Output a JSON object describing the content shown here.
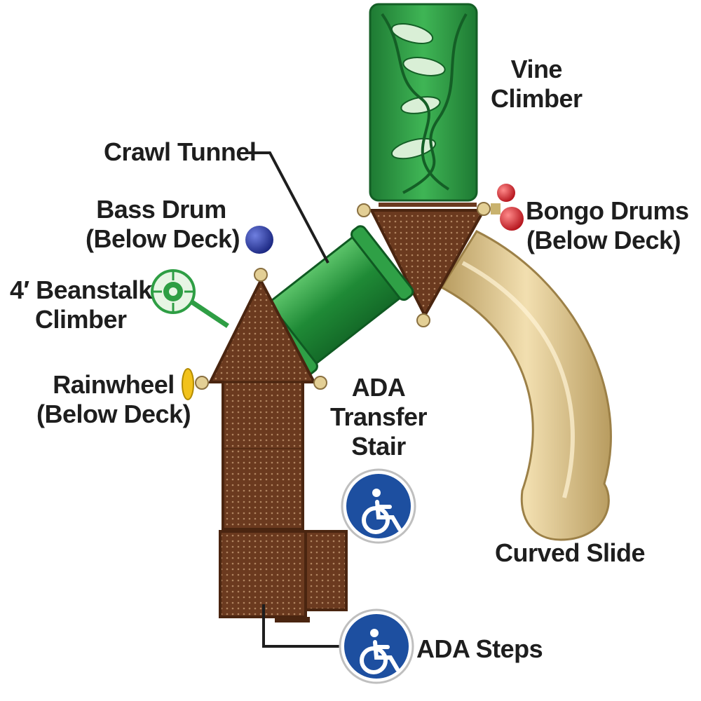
{
  "labels": {
    "vine_climber": [
      "Vine",
      "Climber"
    ],
    "crawl_tunnel": "Crawl Tunnel",
    "bass_drum": [
      "Bass Drum",
      "(Below Deck)"
    ],
    "bongo_drums": [
      "Bongo Drums",
      "(Below Deck)"
    ],
    "beanstalk_climber": [
      "4′ Beanstalk",
      "Climber"
    ],
    "rainwheel": [
      "Rainwheel",
      "(Below Deck)"
    ],
    "ada_transfer_stair": [
      "ADA",
      "Transfer",
      "Stair"
    ],
    "curved_slide": "Curved Slide",
    "ada_steps": "ADA Steps"
  },
  "colors": {
    "deck_brown": "#6b3a1f",
    "climber_green": "#2e9e44",
    "slide_tan": "#d9c089",
    "bass_drum_blue": "#2a3a9a",
    "bongo_red": "#d6262e",
    "rainwheel_yellow": "#f2c21b",
    "ada_blue": "#1d4fa0"
  }
}
